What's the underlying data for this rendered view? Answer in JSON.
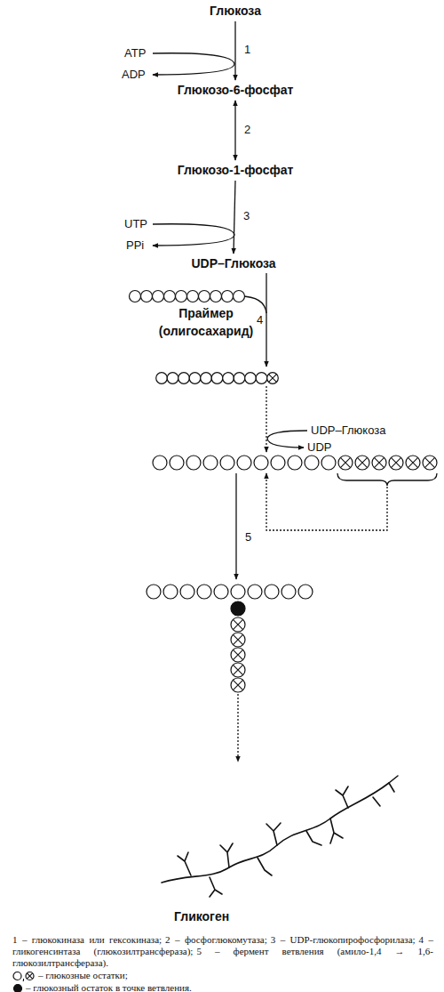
{
  "diagram": {
    "nodes": [
      {
        "text": [
          "Глюкоза"
        ]
      },
      {
        "text": [
          "Глюкозо-6-фосфат"
        ]
      },
      {
        "text": [
          "Глюкозо-1-фосфат"
        ]
      },
      {
        "text": [
          "UDP–Глюкоза"
        ]
      }
    ],
    "edges": [
      {
        "from": 0,
        "to": 1,
        "label": "1",
        "arrow": "to"
      },
      {
        "from": 1,
        "to": 2,
        "label": "2",
        "arrow": "both"
      },
      {
        "from": 2,
        "to": 3,
        "label": "3",
        "arrow": "to"
      }
    ],
    "labels": [
      "ATP",
      "ADP",
      "UTP",
      "PPi",
      "Праймер (олигосахарид)",
      "4",
      "UDP–Глюкоза",
      "UDP",
      "5",
      "Гликоген",
      "1 – глюкокиназа или гексокиназа;",
      "2 – фосфоглюкомутаза;",
      "3 – UDP-глюкопирофосфорилаза;",
      "4 – гликогенсинтаза (глюкозилтрансфераза);",
      "5 – фермент ветвления (амило-1,4 → 1,6-глюкозилтрансфераза)."
    ],
    "legend": [
      {
        "text": "– глюкозные остатки;"
      },
      {
        "text": "– глюкозный остаток в точке ветвления."
      }
    ]
  }
}
